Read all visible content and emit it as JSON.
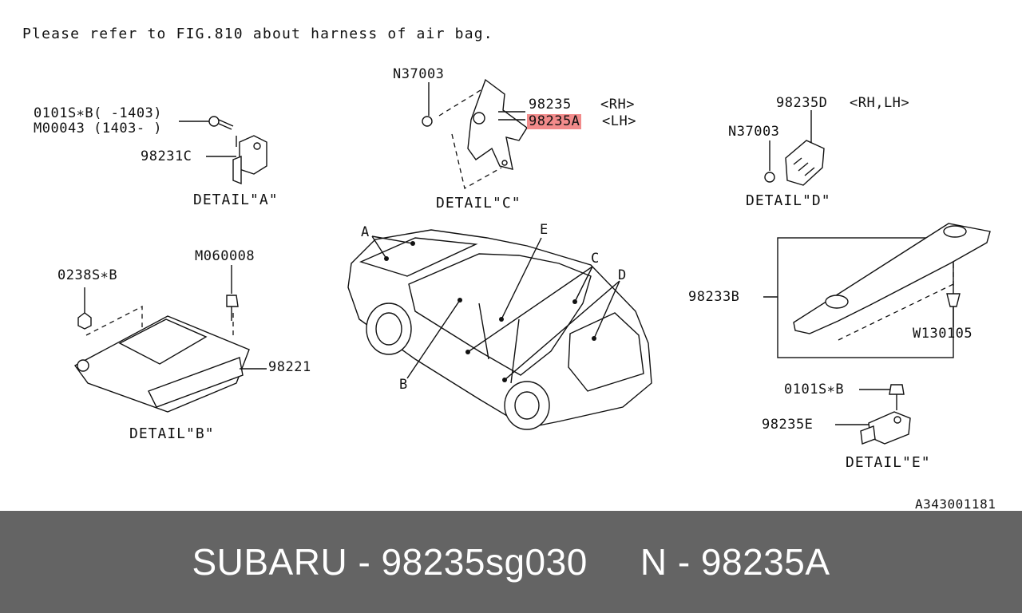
{
  "note": "Please refer to FIG.810 about harness of air bag.",
  "ref_code": "A343001181",
  "details": {
    "a": {
      "title": "DETAIL\"A\"",
      "bolt_line1": "0101S∗B( -1403)",
      "bolt_line2": "M00043 (1403- )",
      "sensor": "98231C"
    },
    "b": {
      "title": "DETAIL\"B\"",
      "nut": "0238S∗B",
      "bolt": "M060008",
      "unit": "98221"
    },
    "c": {
      "title": "DETAIL\"C\"",
      "nut": "N37003",
      "part_rh": "98235",
      "side_rh": "<RH>",
      "part_lh": "98235A",
      "side_lh": "<LH>"
    },
    "d": {
      "title": "DETAIL\"D\"",
      "part": "98235D",
      "side": "<RH,LH>",
      "nut": "N37003"
    },
    "e": {
      "title": "DETAIL\"E\"",
      "bolt": "0101S∗B",
      "sensor": "98235E"
    },
    "box": {
      "part": "98233B",
      "clip": "W130105"
    }
  },
  "car_markers": [
    "A",
    "B",
    "C",
    "D",
    "E"
  ],
  "highlight": {
    "part": "98235A",
    "color": "#f28b8b"
  },
  "footer": {
    "left": "SUBARU - 98235sg030",
    "right": "N - 98235A",
    "background": "#646464"
  }
}
